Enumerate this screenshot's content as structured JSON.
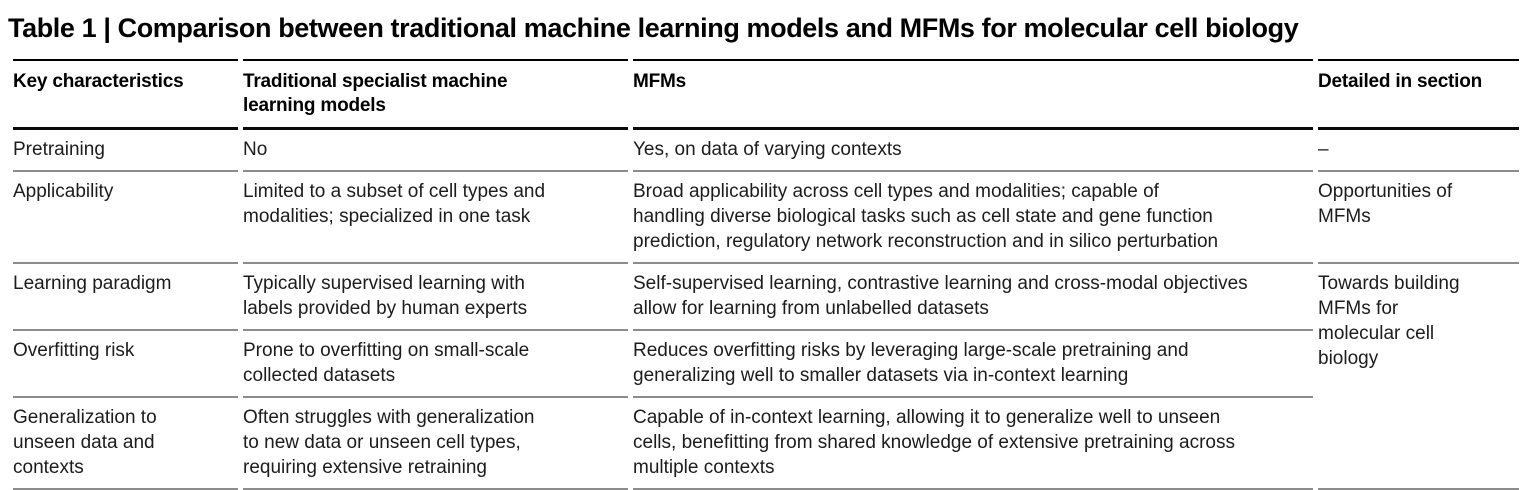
{
  "table": {
    "title": "Table 1 | Comparison between traditional machine learning models and MFMs for molecular cell biology",
    "columns": {
      "key": "Key characteristics",
      "traditional": "Traditional specialist machine\nlearning models",
      "mfms": "MFMs",
      "section": "Detailed in section"
    },
    "rows": [
      {
        "key": "Pretraining",
        "traditional": "No",
        "mfms": "Yes, on data of varying contexts",
        "section": "–"
      },
      {
        "key": "Applicability",
        "traditional": "Limited to a subset of cell types and\nmodalities; specialized in one task",
        "mfms": "Broad applicability across cell types and modalities; capable of\nhandling diverse biological tasks such as cell state and gene function\nprediction, regulatory network reconstruction and in silico perturbation",
        "section": "Opportunities of\nMFMs"
      },
      {
        "key": "Learning paradigm",
        "traditional": "Typically supervised learning with\nlabels provided by human experts",
        "mfms": "Self-supervised learning, contrastive learning and cross-modal objectives\nallow for learning from unlabelled datasets",
        "section": "Towards building\nMFMs for\nmolecular cell\nbiology"
      },
      {
        "key": "Overfitting risk",
        "traditional": "Prone to overfitting on small-scale\ncollected datasets",
        "mfms": "Reduces overfitting risks by leveraging large-scale pretraining and\ngeneralizing well to smaller datasets via in-context learning"
      },
      {
        "key": "Generalization to\nunseen data and\ncontexts",
        "traditional": "Often struggles with generalization\nto new data or unseen cell types,\nrequiring extensive retraining",
        "mfms": "Capable of in-context learning, allowing it to generalize well to unseen\ncells, benefitting from shared knowledge of extensive pretraining across\nmultiple contexts"
      }
    ]
  },
  "colors": {
    "title_text": "#000000",
    "body_text": "#1c1c1c",
    "header_rule": "#000000",
    "row_rule": "#8c8c8c",
    "background": "#ffffff"
  }
}
